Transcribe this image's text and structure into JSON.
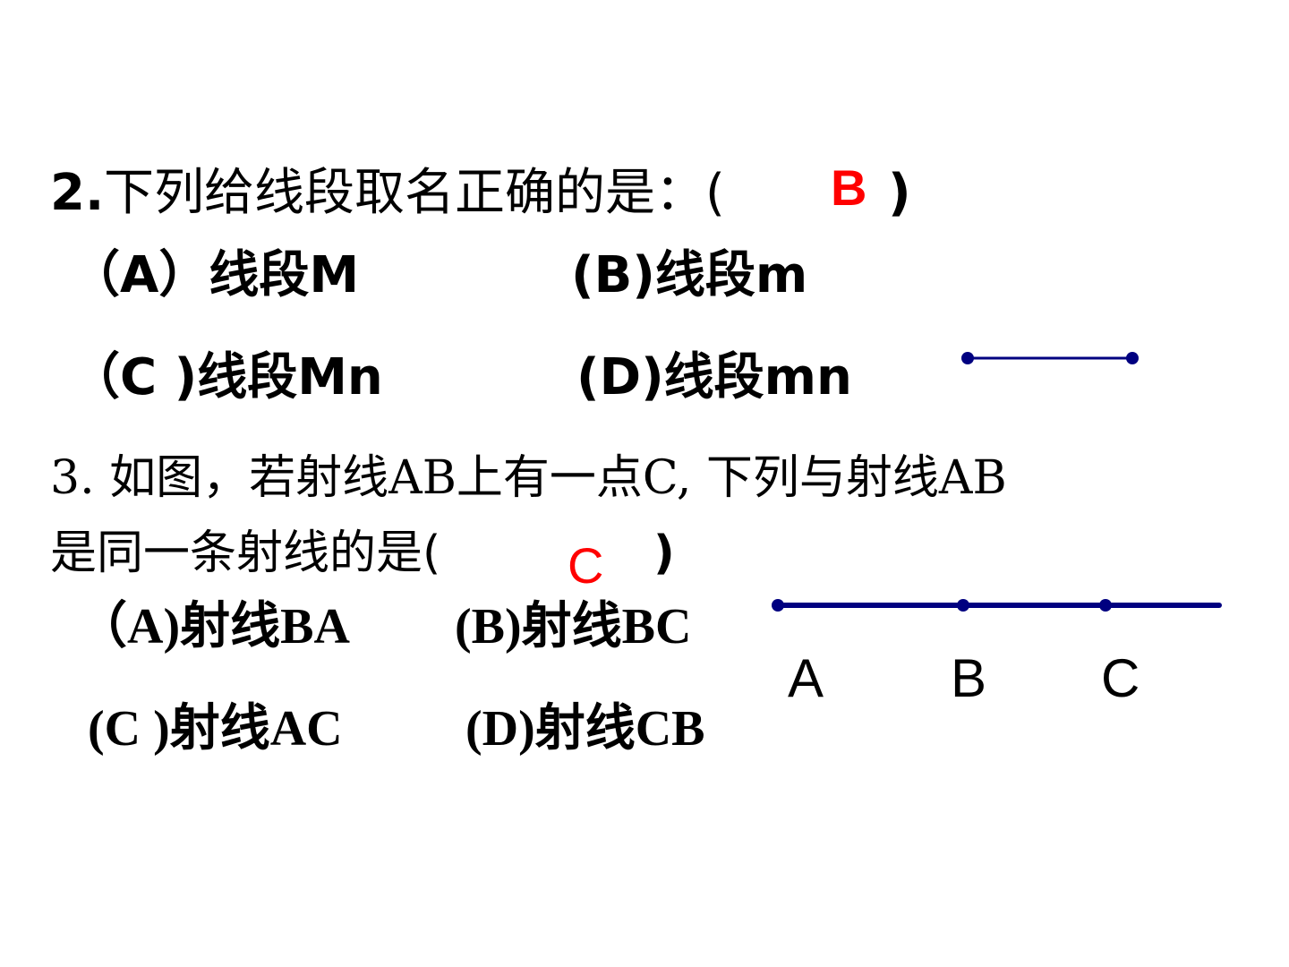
{
  "q2": {
    "number": "2.",
    "stem": "下列给线段取名正确的是：(",
    "close_paren": ")",
    "answer": "B",
    "options": {
      "a": "（A）线段M",
      "b": "(B)线段m",
      "c": "（C )线段Mn",
      "d": "(D)线段mn"
    }
  },
  "q3": {
    "line1": "3. 如图，若射线AB上有一点C, 下列与射线AB",
    "line2": "是同一条射线的是(",
    "close_paren": ")",
    "answer": "C",
    "options": {
      "a": "（A)射线BA",
      "b": "(B)射线BC",
      "c": "(C )射线AC",
      "d": "(D)射线CB"
    },
    "figure_points": [
      "A",
      "B",
      "C"
    ]
  },
  "colors": {
    "answer": "#ff0000",
    "figure": "#000080",
    "text": "#000000"
  }
}
